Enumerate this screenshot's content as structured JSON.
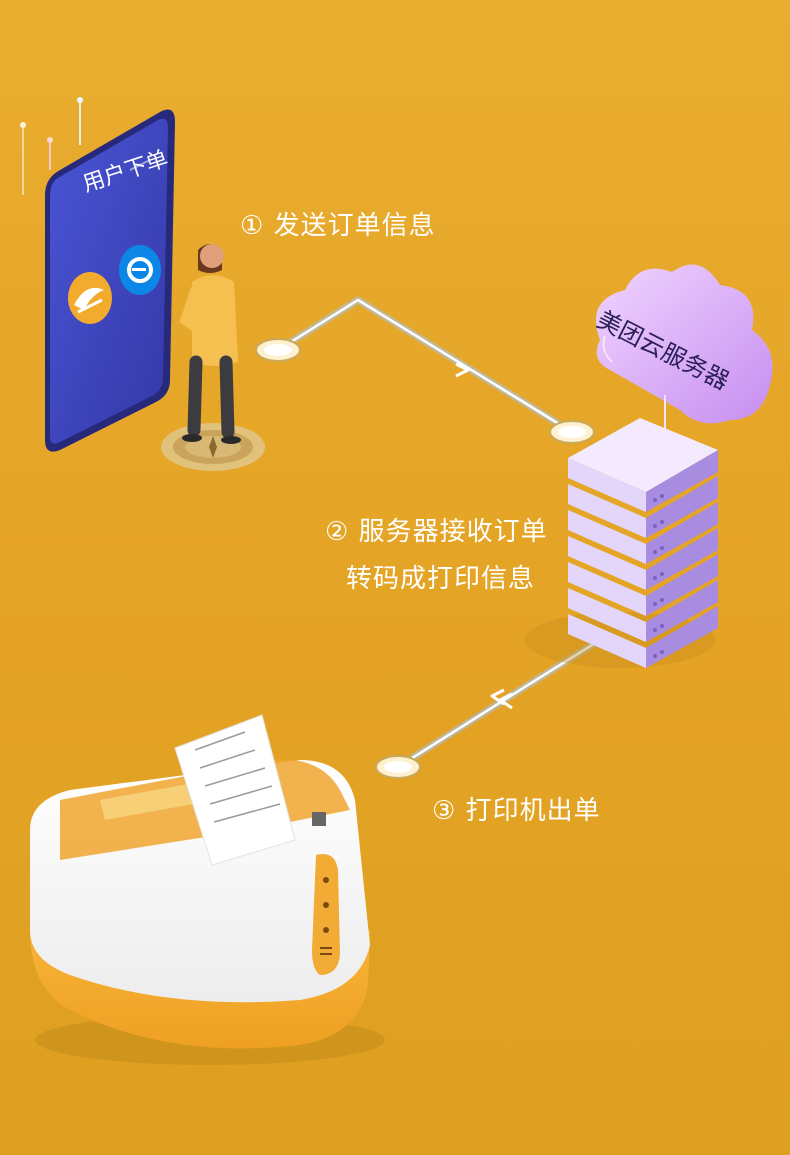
{
  "phone": {
    "screen_text": "用户下单"
  },
  "cloud": {
    "label": "美团云服务器"
  },
  "steps": {
    "step1": "① 发送订单信息",
    "step2_line1": "② 服务器接收订单",
    "step2_line2": "转码成打印信息",
    "step3": "③ 打印机出单"
  },
  "colors": {
    "background": "#e6a52a",
    "phone": "#3b3fb0",
    "server": "#d8c8f6",
    "cloud": "#d49cf0",
    "path": "#cfe4ff",
    "printer_body": "#f4f4f4",
    "printer_accent": "#f3a62b"
  },
  "icons": [
    "meituan-icon",
    "eleme-icon",
    "person-icon",
    "cloud-icon",
    "server-icon",
    "printer-icon"
  ]
}
